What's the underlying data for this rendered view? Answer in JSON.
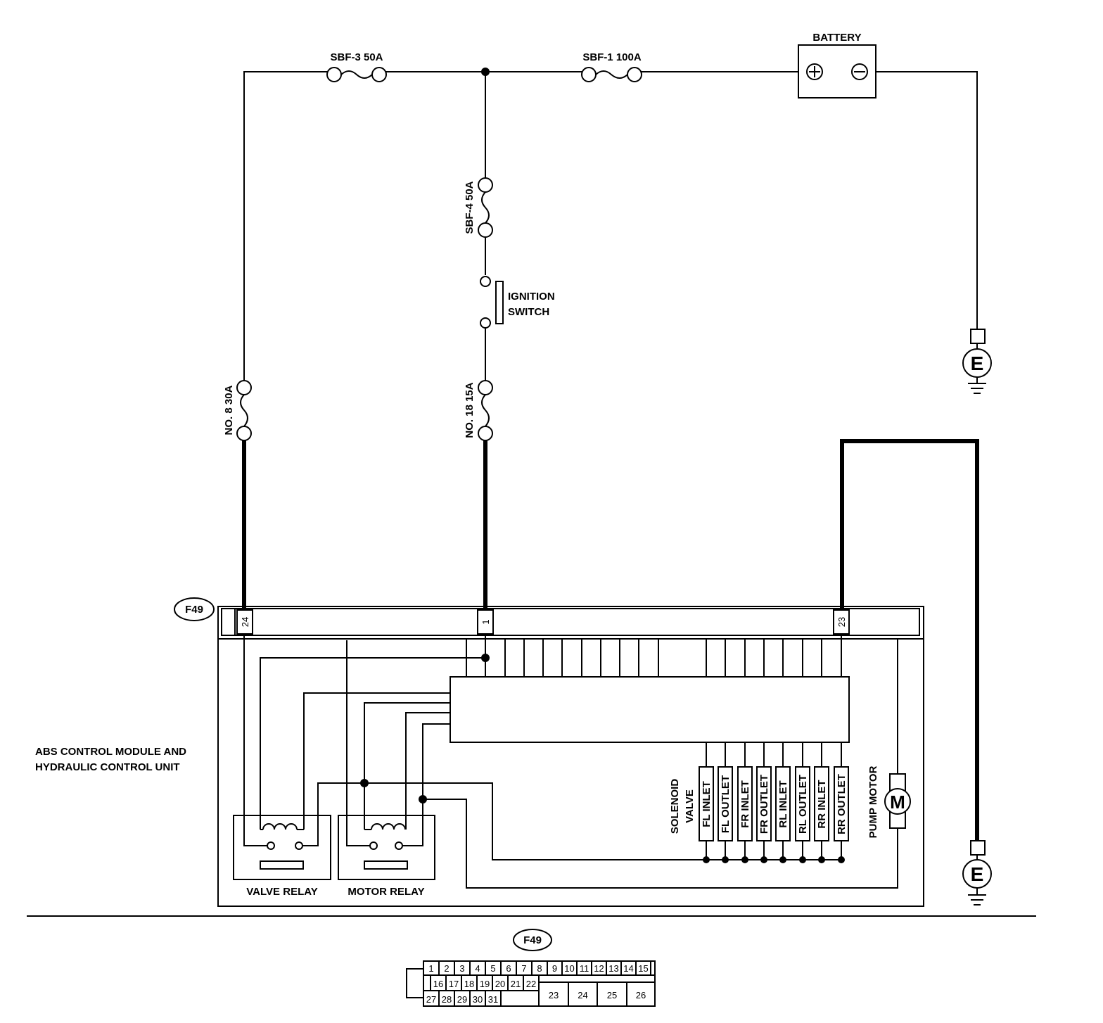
{
  "labels": {
    "battery": "BATTERY",
    "sbf3": "SBF-3 50A",
    "sbf1": "SBF-1 100A",
    "sbf4": "SBF-4 50A",
    "ignition_line1": "IGNITION",
    "ignition_line2": "SWITCH",
    "fuse8": "NO. 8 30A",
    "fuse18": "NO. 18 15A",
    "module_line1": "ABS CONTROL MODULE AND",
    "module_line2": "HYDRAULIC CONTROL UNIT",
    "valve_relay": "VALVE RELAY",
    "motor_relay": "MOTOR RELAY",
    "solenoid_line1": "SOLENOID",
    "solenoid_line2": "VALVE",
    "pump_motor": "PUMP MOTOR",
    "motor_symbol": "M",
    "ground_symbol": "E",
    "battery_plus": "+",
    "battery_minus": "−"
  },
  "connector_id": "F49",
  "pins": {
    "p24": "24",
    "p1": "1",
    "p23": "23"
  },
  "solenoids": [
    "FL INLET",
    "FL OUTLET",
    "FR INLET",
    "FR OUTLET",
    "RL INLET",
    "RL OUTLET",
    "RR INLET",
    "RR OUTLET"
  ],
  "connector_face": {
    "row1": [
      "1",
      "2",
      "3",
      "4",
      "5",
      "6",
      "7",
      "8",
      "9",
      "10",
      "11",
      "12",
      "13",
      "14",
      "15"
    ],
    "row2": [
      "16",
      "17",
      "18",
      "19",
      "20",
      "21",
      "22"
    ],
    "row3": [
      "27",
      "28",
      "29",
      "30",
      "31"
    ],
    "big": [
      "23",
      "24",
      "25",
      "26"
    ]
  }
}
